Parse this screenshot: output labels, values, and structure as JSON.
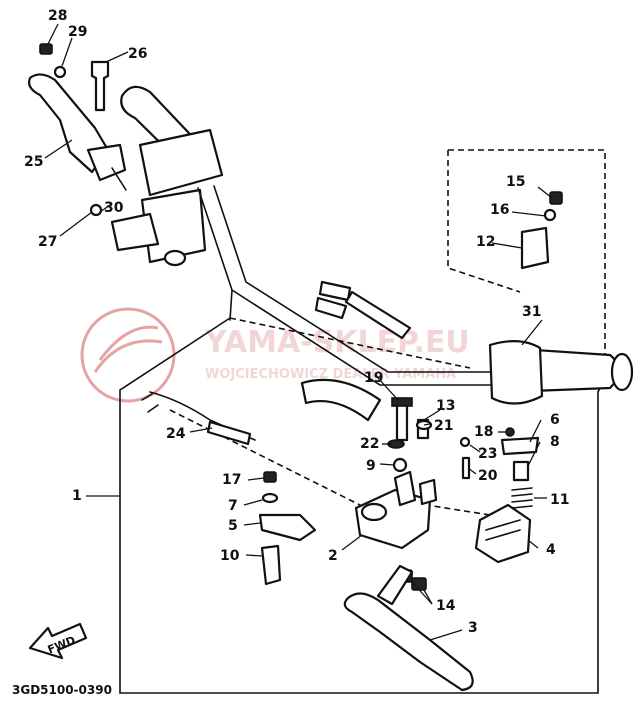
{
  "diagram": {
    "code": "3GD5100-0390",
    "fwd_label": "FWD",
    "watermark": {
      "title": "YAMA-SKLEP.EU",
      "subtitle": "WOJCIECHOWICZ DEALER YAMAHA"
    },
    "callouts": [
      "1",
      "2",
      "3",
      "4",
      "5",
      "6",
      "7",
      "8",
      "9",
      "10",
      "11",
      "12",
      "13",
      "14",
      "15",
      "16",
      "17",
      "18",
      "19",
      "20",
      "21",
      "22",
      "23",
      "24",
      "25",
      "26",
      "27",
      "28",
      "29",
      "30",
      "31"
    ]
  }
}
